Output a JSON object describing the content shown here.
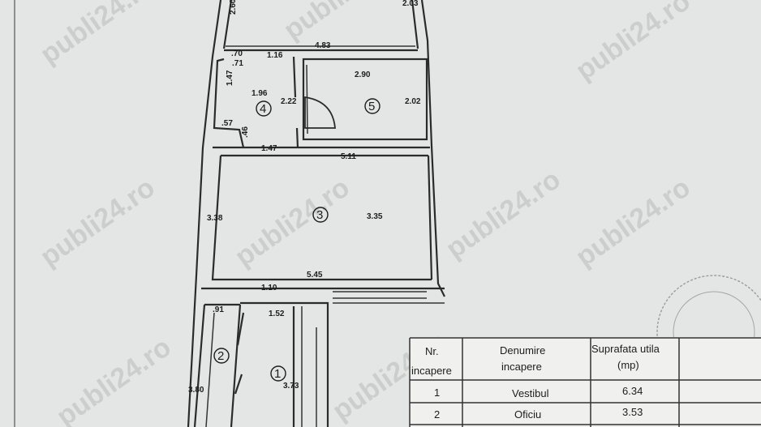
{
  "watermark": "publi24.ro",
  "rooms": [
    {
      "id": "room-1",
      "label": "1"
    },
    {
      "id": "room-2",
      "label": "2"
    },
    {
      "id": "room-3",
      "label": "3"
    },
    {
      "id": "room-4",
      "label": "4"
    },
    {
      "id": "room-5",
      "label": "5"
    }
  ],
  "dimensions": {
    "d_top_left_vertical": "2.60",
    "d_top_right": "2.03",
    "d_483": "4.83",
    "d_70": ".70",
    "d_116": "1.16",
    "d_71": ".71",
    "d_147a": "1.47",
    "d_196": "1.96",
    "d_222": "2.22",
    "d_290": "2.90",
    "d_202": "2.02",
    "d_57": ".57",
    "d_46": ".46",
    "d_147b": "1.47",
    "d_511": "5.11",
    "d_338": "3.38",
    "d_335": "3.35",
    "d_545": "5.45",
    "d_110": "1.10",
    "d_91": ".91",
    "d_152": "1.52",
    "d_380": "3.80",
    "d_373": "3.73"
  },
  "table": {
    "headers": [
      "Nr.",
      "incapere",
      "Denumire",
      "incapere",
      "Suprafata utila",
      "(mp)"
    ],
    "rows": [
      {
        "nr": "1",
        "name": "Vestibul",
        "area": "6.34"
      },
      {
        "nr": "2",
        "name": "Oficiu",
        "area": "3.53"
      }
    ]
  }
}
